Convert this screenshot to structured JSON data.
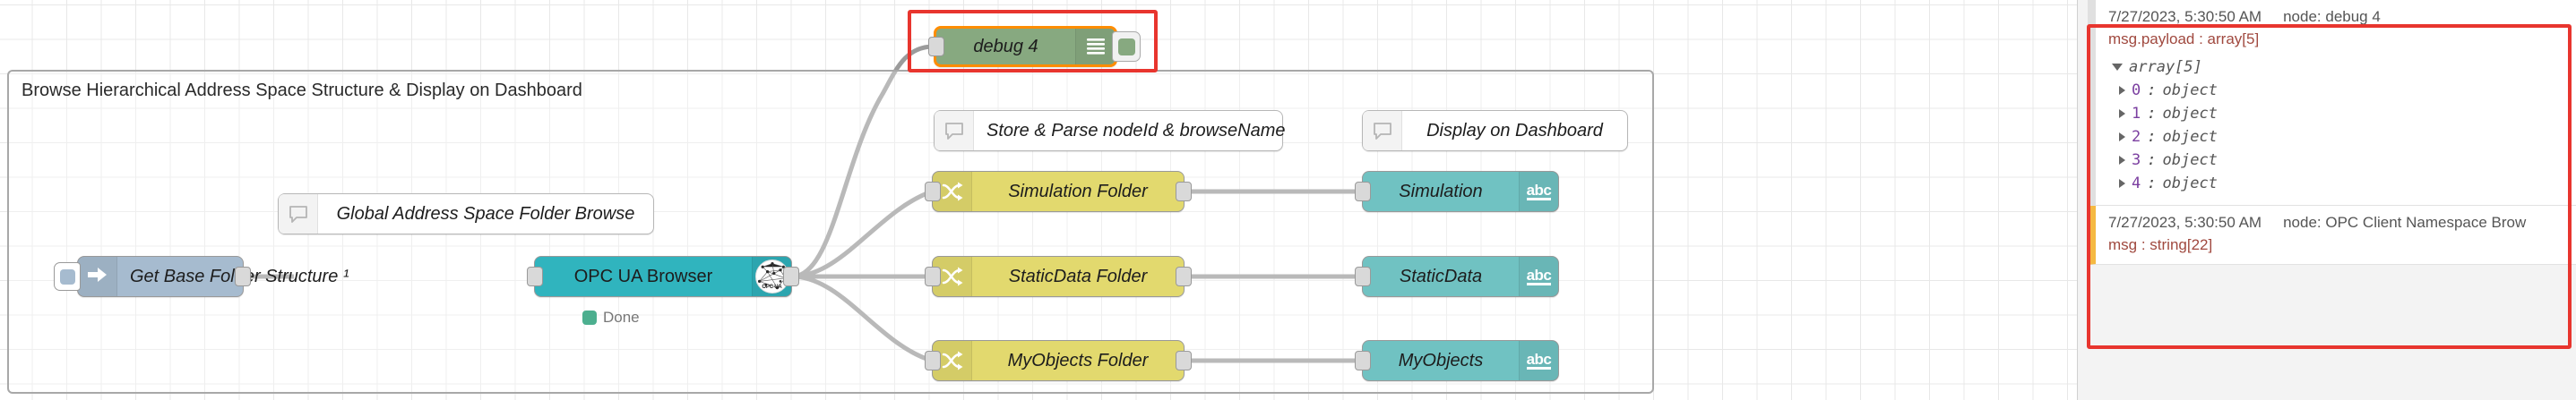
{
  "canvas": {
    "group": {
      "title": "Browse Hierarchical Address Space Structure & Display on Dashboard"
    },
    "nodes": {
      "debug4": {
        "label": "debug 4",
        "icon": "debug-lines-icon"
      },
      "comment_store": {
        "label": "Store & Parse nodeId & browseName",
        "icon": "comment-icon"
      },
      "comment_display": {
        "label": "Display on Dashboard",
        "icon": "comment-icon"
      },
      "comment_global": {
        "label": "Global Address Space Folder Browse",
        "icon": "comment-icon"
      },
      "inject": {
        "label": "Get Base Folder Structure ¹",
        "icon": "inject-arrow-icon"
      },
      "opcua": {
        "label": "OPC UA Browser",
        "icon": "opc-ua-logo-icon",
        "status": "Done",
        "status_color": "#4caf8f"
      },
      "sim_folder": {
        "label": "Simulation Folder",
        "icon": "switch-icon"
      },
      "static_folder": {
        "label": "StaticData Folder",
        "icon": "switch-icon"
      },
      "myobjects_folder": {
        "label": "MyObjects Folder",
        "icon": "switch-icon"
      },
      "sim_dash": {
        "label": "Simulation",
        "icon": "abc-icon",
        "icon_text": "abc"
      },
      "static_dash": {
        "label": "StaticData",
        "icon": "abc-icon",
        "icon_text": "abc"
      },
      "myobjects_dash": {
        "label": "MyObjects",
        "icon": "abc-icon",
        "icon_text": "abc"
      }
    },
    "annotations": {
      "debug_node_highlight_color": "#e8352e",
      "debug_message_highlight_color": "#e8352e"
    }
  },
  "sidebar": {
    "messages": [
      {
        "timestamp": "7/27/2023, 5:30:50 AM",
        "node": "node: debug 4",
        "topic": "msg.payload : array[5]",
        "root": "array[5]",
        "items": [
          {
            "key": "0",
            "value": "object"
          },
          {
            "key": "1",
            "value": "object"
          },
          {
            "key": "2",
            "value": "object"
          },
          {
            "key": "3",
            "value": "object"
          },
          {
            "key": "4",
            "value": "object"
          }
        ]
      },
      {
        "timestamp": "7/27/2023, 5:30:50 AM",
        "node": "node: OPC Client Namespace Brow",
        "topic": "msg : string[22]"
      }
    ]
  }
}
